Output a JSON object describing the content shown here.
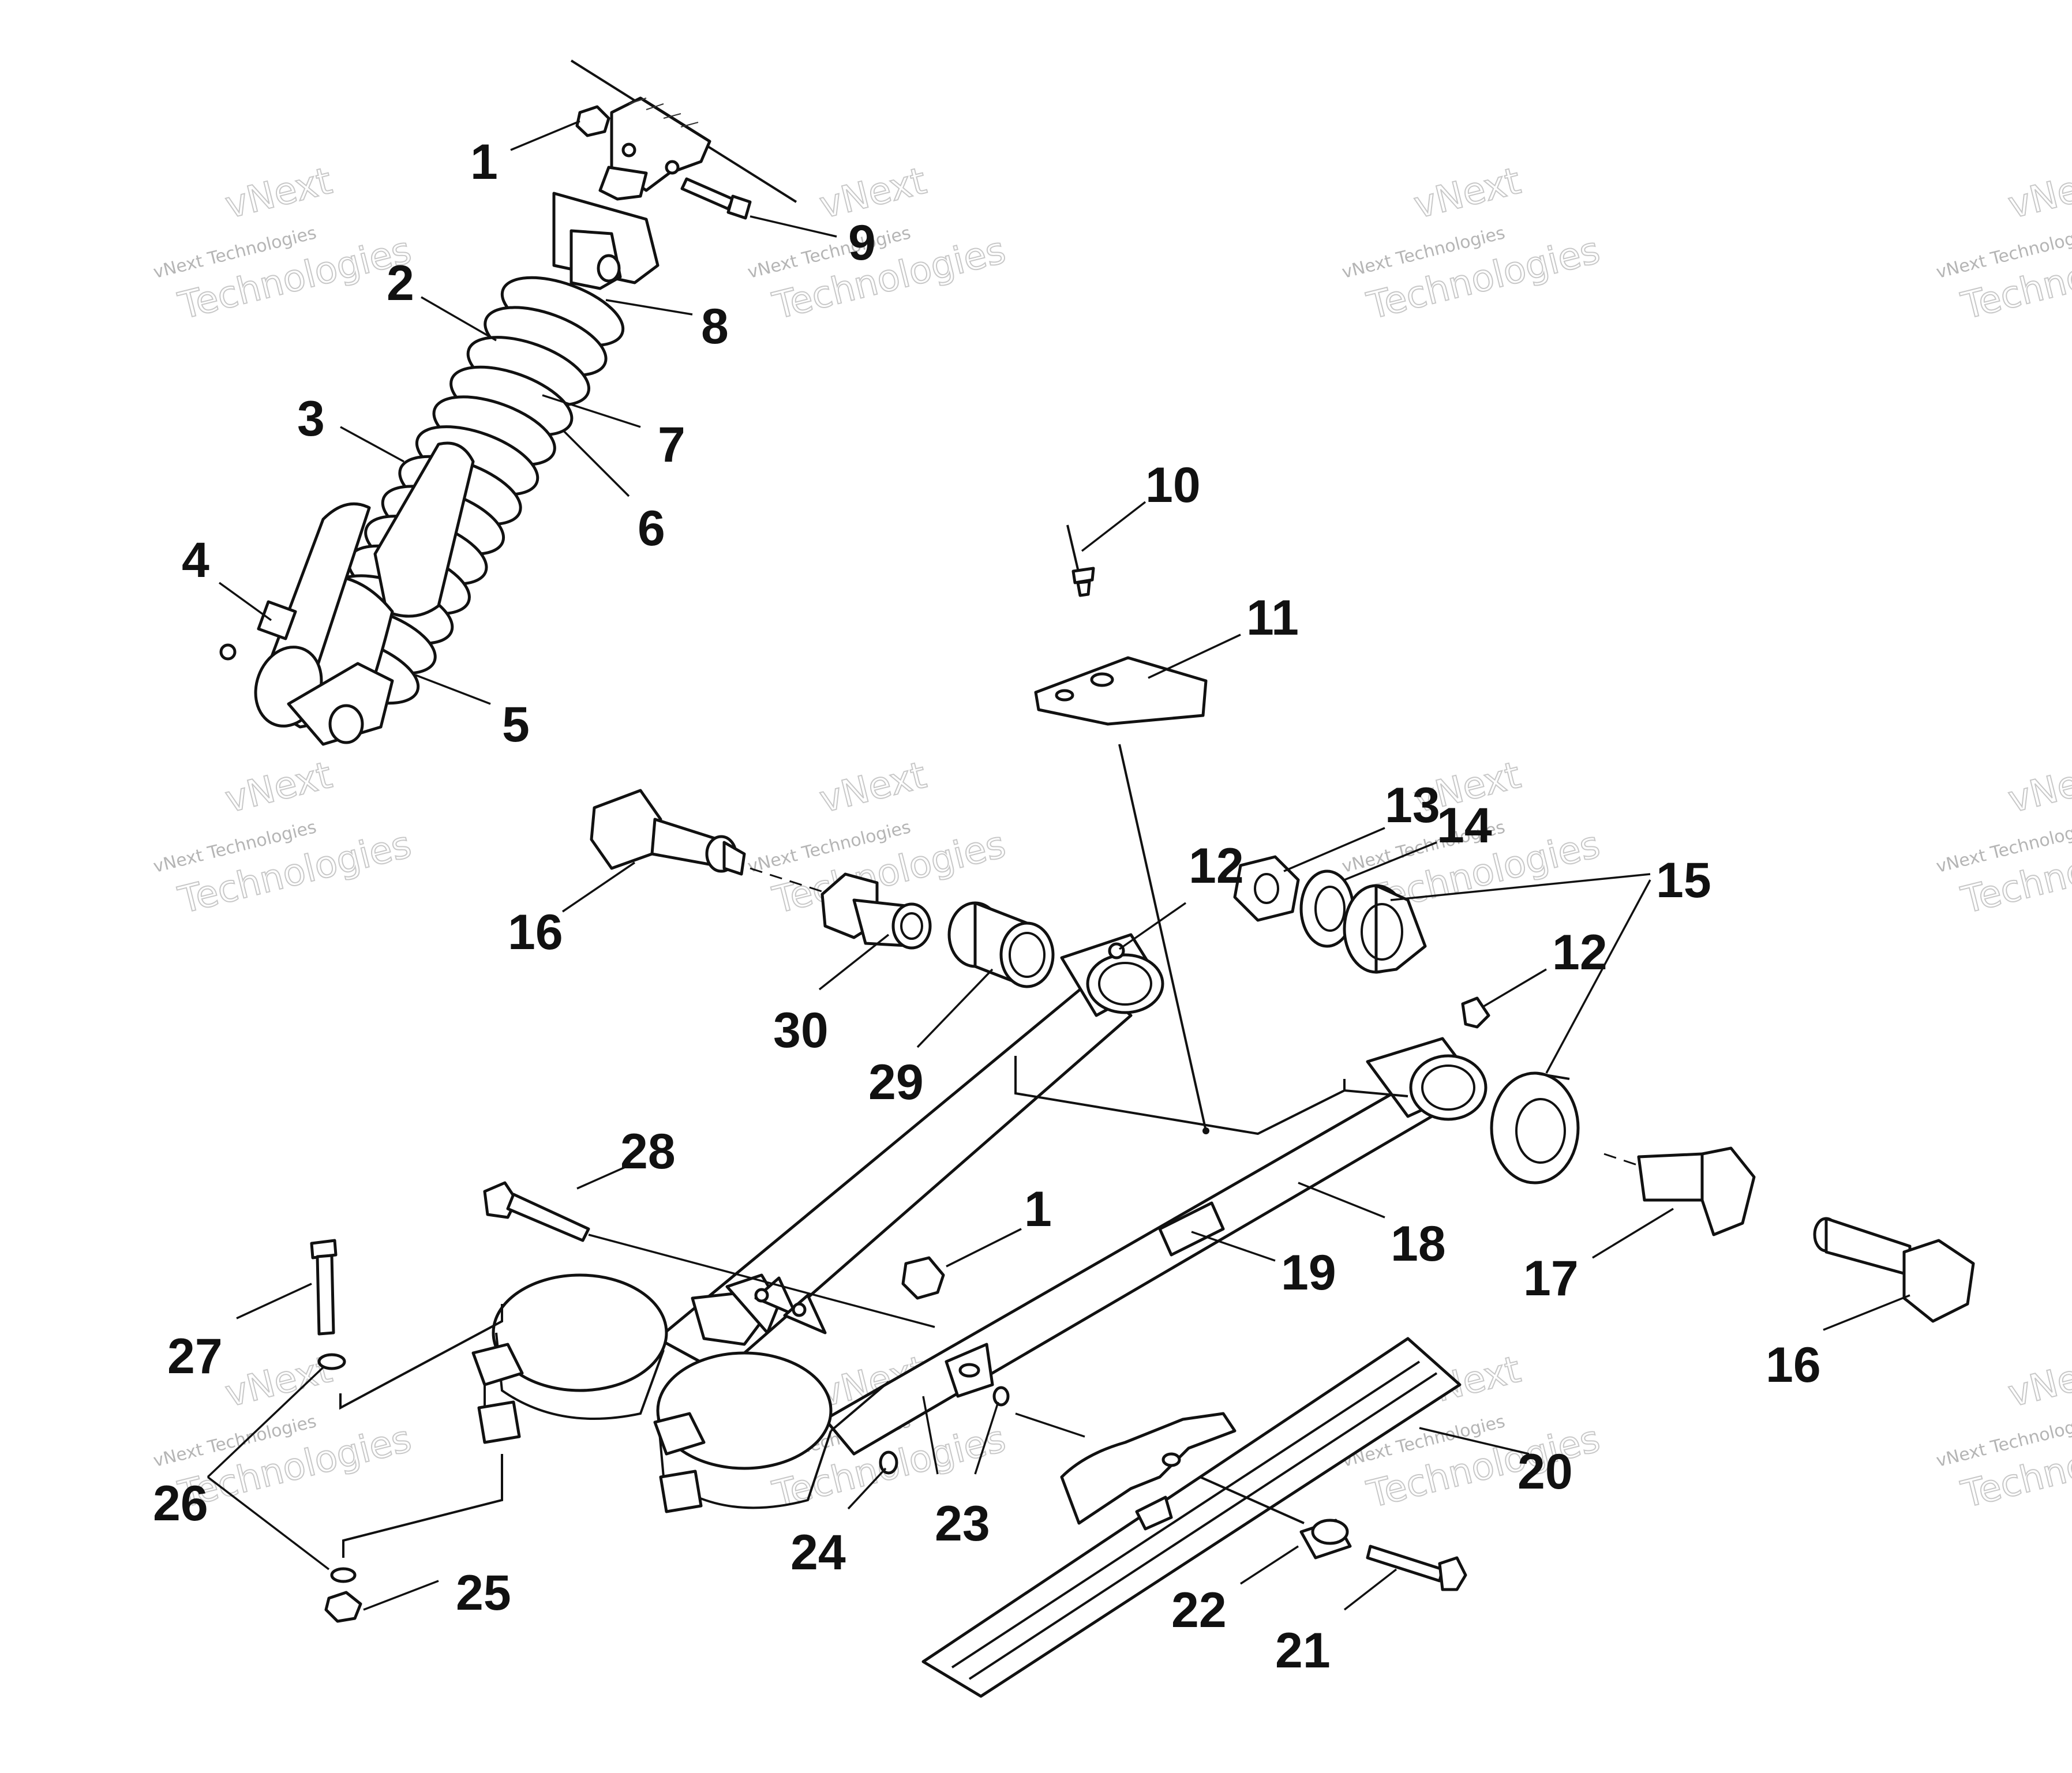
{
  "watermark": {
    "line1": "vNext",
    "line2": "vNext Technologies",
    "line3": "Technologies"
  },
  "callouts": [
    {
      "id": "1a",
      "text": "1"
    },
    {
      "id": "2",
      "text": "2"
    },
    {
      "id": "3",
      "text": "3"
    },
    {
      "id": "4",
      "text": "4"
    },
    {
      "id": "5",
      "text": "5"
    },
    {
      "id": "6",
      "text": "6"
    },
    {
      "id": "7",
      "text": "7"
    },
    {
      "id": "8",
      "text": "8"
    },
    {
      "id": "9",
      "text": "9"
    },
    {
      "id": "10",
      "text": "10"
    },
    {
      "id": "11",
      "text": "11"
    },
    {
      "id": "12a",
      "text": "12"
    },
    {
      "id": "12b",
      "text": "12"
    },
    {
      "id": "13",
      "text": "13"
    },
    {
      "id": "14",
      "text": "14"
    },
    {
      "id": "15",
      "text": "15"
    },
    {
      "id": "16a",
      "text": "16"
    },
    {
      "id": "16b",
      "text": "16"
    },
    {
      "id": "17",
      "text": "17"
    },
    {
      "id": "18",
      "text": "18"
    },
    {
      "id": "19",
      "text": "19"
    },
    {
      "id": "1b",
      "text": "1"
    },
    {
      "id": "20",
      "text": "20"
    },
    {
      "id": "21",
      "text": "21"
    },
    {
      "id": "22",
      "text": "22"
    },
    {
      "id": "23",
      "text": "23"
    },
    {
      "id": "24",
      "text": "24"
    },
    {
      "id": "25",
      "text": "25"
    },
    {
      "id": "26",
      "text": "26"
    },
    {
      "id": "27",
      "text": "27"
    },
    {
      "id": "28",
      "text": "28"
    },
    {
      "id": "29",
      "text": "29"
    },
    {
      "id": "30",
      "text": "30"
    }
  ]
}
